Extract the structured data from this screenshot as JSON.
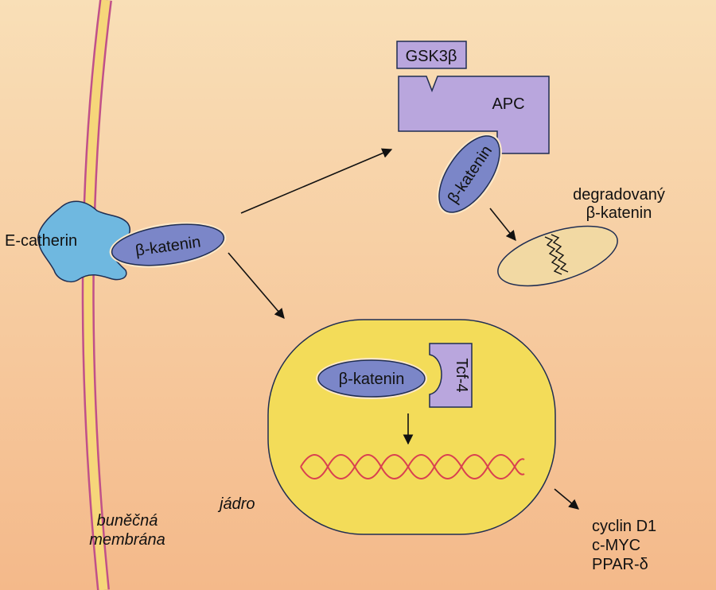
{
  "labels": {
    "e_cadherin": "E-catherin",
    "beta_catenin": "β-katenin",
    "gsk3b": "GSK3β",
    "apc": "APC",
    "degraded_line1": "degradovaný",
    "degraded_line2": "β-katenin",
    "tcf4": "Tcf-4",
    "nucleus": "jádro",
    "membrane_line1": "buněčná",
    "membrane_line2": "membrána",
    "targets": [
      "cyclin D1",
      "c-MYC",
      "PPAR-δ"
    ]
  },
  "colors": {
    "background_top": "#f9dfb7",
    "background_bottom": "#f4b98a",
    "membrane_fill": "#f6d67a",
    "membrane_edge": "#c0508a",
    "e_cadherin": "#6fb8e0",
    "beta_catenin": "#7b86c8",
    "apc": "#b9a6dd",
    "gsk3b": "#b9a6dd",
    "tcf4": "#b9a6dd",
    "nucleus": "#f3dc59",
    "degraded": "#f2d9a3",
    "dna": "#d94050"
  }
}
